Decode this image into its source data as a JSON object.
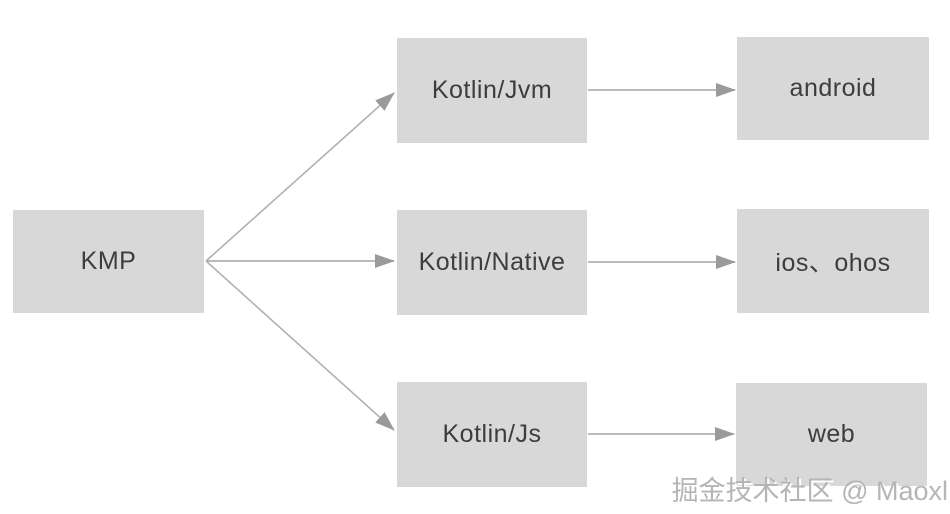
{
  "diagram": {
    "nodes": {
      "kmp": {
        "label": "KMP"
      },
      "kotlin_jvm": {
        "label": "Kotlin/Jvm"
      },
      "kotlin_native": {
        "label": "Kotlin/Native"
      },
      "kotlin_js": {
        "label": "Kotlin/Js"
      },
      "android": {
        "label": "android"
      },
      "ios_ohos": {
        "label": "ios、ohos"
      },
      "web": {
        "label": "web"
      }
    },
    "edges": [
      {
        "from": "KMP",
        "to": "Kotlin/Jvm"
      },
      {
        "from": "KMP",
        "to": "Kotlin/Native"
      },
      {
        "from": "KMP",
        "to": "Kotlin/Js"
      },
      {
        "from": "Kotlin/Jvm",
        "to": "android"
      },
      {
        "from": "Kotlin/Native",
        "to": "ios、ohos"
      },
      {
        "from": "Kotlin/Js",
        "to": "web"
      }
    ],
    "colors": {
      "background": "#ffffff",
      "node_fill": "#d8d8d8",
      "node_text": "#3d3d3d",
      "arrow_line": "#b0b0b0",
      "arrow_head": "#9a9a9a",
      "watermark": "#b5b5b5"
    }
  },
  "watermark": {
    "text": "掘金技术社区 @ Maoxl"
  }
}
